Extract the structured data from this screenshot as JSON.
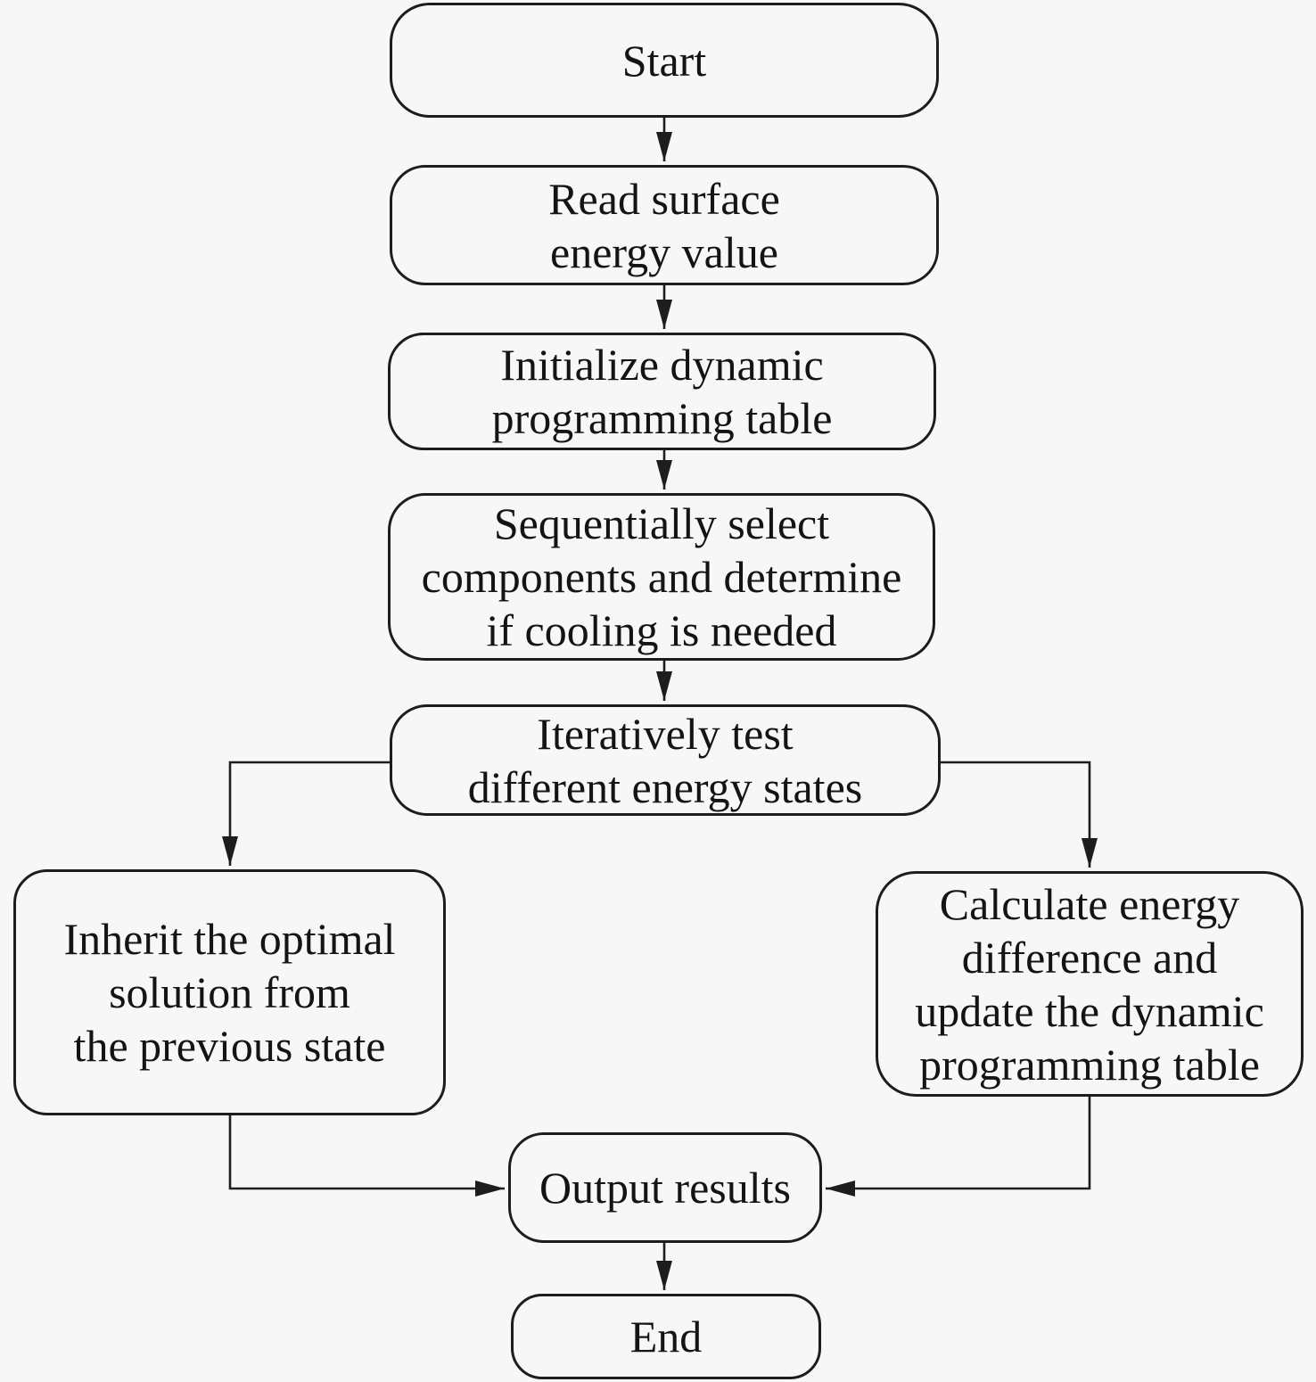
{
  "diagram": {
    "type": "flowchart",
    "colors": {
      "background": "#f7f7f7",
      "node_border": "#1d1d1d",
      "text": "#141414",
      "arrow": "#1d1d1d"
    },
    "nodes": [
      {
        "id": "start",
        "shape": "rounded-rect",
        "label": "Start"
      },
      {
        "id": "read-surface-energy",
        "shape": "rounded-rect",
        "label": "Read surface\nenergy value"
      },
      {
        "id": "initialize-dp-table",
        "shape": "rounded-rect",
        "label": "Initialize dynamic\nprogramming table"
      },
      {
        "id": "select-components",
        "shape": "rounded-rect",
        "label": "Sequentially select\ncomponents and determine\nif cooling is needed"
      },
      {
        "id": "iterate-energy-states",
        "shape": "rounded-rect",
        "label": "Iteratively test\ndifferent energy states"
      },
      {
        "id": "inherit-optimal-solution",
        "shape": "rounded-rect",
        "label": "Inherit the optimal\nsolution from\nthe previous state"
      },
      {
        "id": "calculate-energy-difference",
        "shape": "rounded-rect",
        "label": "Calculate energy\ndifference and\nupdate the dynamic\nprogramming table"
      },
      {
        "id": "output-results",
        "shape": "rounded-rect",
        "label": "Output results"
      },
      {
        "id": "end",
        "shape": "rounded-rect",
        "label": "End"
      }
    ],
    "edges": [
      {
        "from": "start",
        "to": "read-surface-energy"
      },
      {
        "from": "read-surface-energy",
        "to": "initialize-dp-table"
      },
      {
        "from": "initialize-dp-table",
        "to": "select-components"
      },
      {
        "from": "select-components",
        "to": "iterate-energy-states"
      },
      {
        "from": "iterate-energy-states",
        "to": "inherit-optimal-solution"
      },
      {
        "from": "iterate-energy-states",
        "to": "calculate-energy-difference"
      },
      {
        "from": "inherit-optimal-solution",
        "to": "output-results"
      },
      {
        "from": "calculate-energy-difference",
        "to": "output-results"
      },
      {
        "from": "output-results",
        "to": "end"
      }
    ]
  }
}
